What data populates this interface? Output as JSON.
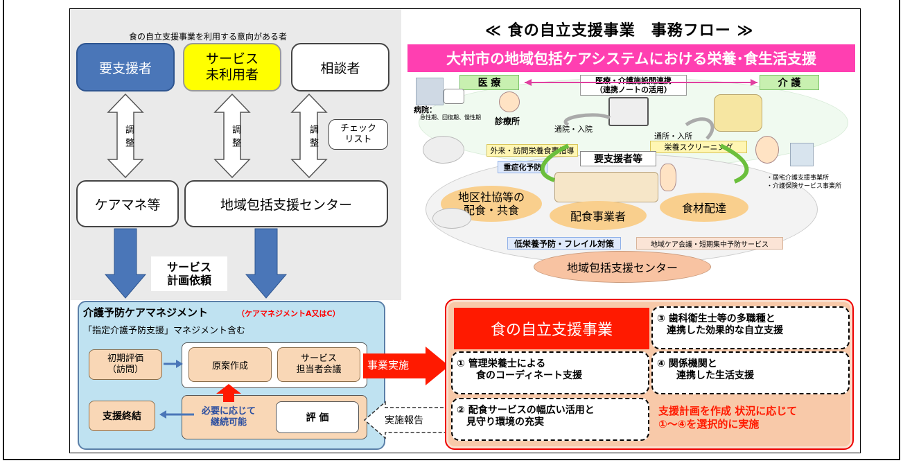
{
  "left": {
    "header": "食の自立支援事業を利用する意向がある者",
    "top_boxes": [
      "要支援者",
      "サービス\n未利用者",
      "相談者"
    ],
    "adjust_label": "調整",
    "checklist": "チェック\nリスト",
    "care_manager": "ケアマネ等",
    "center": "地域包括支援センター",
    "request": "サービス\n計画依頼"
  },
  "flow_title": "≪ 食の自立支援事業　事務フロー ≫",
  "system": {
    "banner": "大村市の地域包括ケアシステムにおける栄養･食生活支援",
    "medical": "医 療",
    "coordination": "医療・介護施設間連携\n（連携ノートの活用）",
    "care": "介 護",
    "hospital": "病院：",
    "hospital_types": "急性期、回復期、慢性期",
    "clinic": "診療所",
    "visit_clinic": "通院・入院",
    "visit_facility": "通所・入所",
    "outpatient": "外来・訪問栄養食事指導",
    "screening": "栄養スクリーニング",
    "severity": "重症化予防",
    "target": "要支援者等",
    "facilities": "・居宅介護支援事業所\n・介護保険サービス事業所",
    "meals_local": "地区社協等の\n配食・共食",
    "meal_delivery": "配食事業者",
    "ingredients": "食材配達",
    "frailty": "低栄養予防・フレイル対策",
    "community": "地域ケア会議・短期集中予防サービス",
    "center": "地域包括支援センター"
  },
  "care_mgmt": {
    "title": "介護予防ケアマネジメント",
    "title_note": "（ケアマネジメントA又はC）",
    "subtitle": "「指定介護予防支援」マネジメント含む",
    "initial": "初期評価\n（訪問）",
    "draft": "原案作成",
    "meeting": "サービス\n担当者会議",
    "end": "支援終結",
    "continue": "必要に応じて\n継続可能",
    "evaluation": "評 価"
  },
  "arrows": {
    "implement": "事業実施",
    "report": "実施報告"
  },
  "program": {
    "title": "食の自立支援事業",
    "item1": "① 管理栄養士による\n　　食のコーディネート支援",
    "item2": "② 配食サービスの幅広い活用と\n　見守り環境の充実",
    "item3": "③ 歯科衛生士等の多職種と\n　連携した効果的な自立支援",
    "item4": "④ 関係機関と\n　　連携した生活支援",
    "note": "支援計画を作成 状況に応じて\n①～④を選択的に実施"
  },
  "colors": {
    "blue_box": "#4a76b8",
    "yellow_box": "#ffff00",
    "pink_banner": "#ff3fb1",
    "red_title": "#ff1a00"
  }
}
